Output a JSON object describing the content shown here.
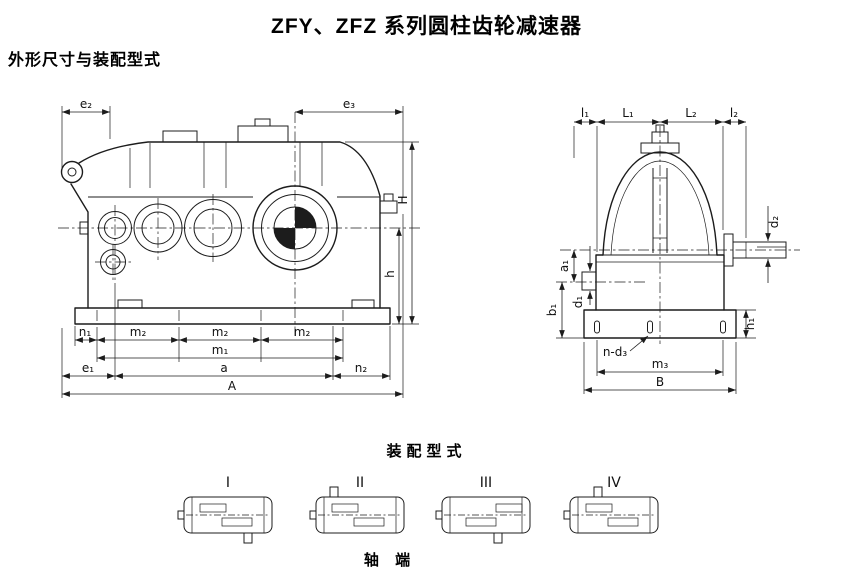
{
  "page": {
    "title": "ZFY、ZFZ 系列圆柱齿轮减速器",
    "subtitle": "外形尺寸与装配型式"
  },
  "drawing": {
    "left_view": {
      "labels": {
        "e2": "e₂",
        "e3": "e₃",
        "H": "H",
        "h": "h",
        "n1": "n₁",
        "m2_1": "m₂",
        "m2_2": "m₂",
        "m2_3": "m₂",
        "m1": "m₁",
        "e1": "e₁",
        "a": "a",
        "n2": "n₂",
        "A": "A"
      }
    },
    "right_view": {
      "labels": {
        "l1": "l₁",
        "L1": "L₁",
        "L2": "L₂",
        "l2": "l₂",
        "d2": "d₂",
        "a1": "a₁",
        "b1": "b₁",
        "d1": "d₁",
        "h1": "h₁",
        "n_d3": "n-d₃",
        "m3": "m₃",
        "B": "B"
      }
    }
  },
  "assembly": {
    "section_title": "装配型式",
    "types": [
      {
        "label": "I"
      },
      {
        "label": "II"
      },
      {
        "label": "III"
      },
      {
        "label": "IV"
      }
    ],
    "footer_label": "轴 端"
  }
}
